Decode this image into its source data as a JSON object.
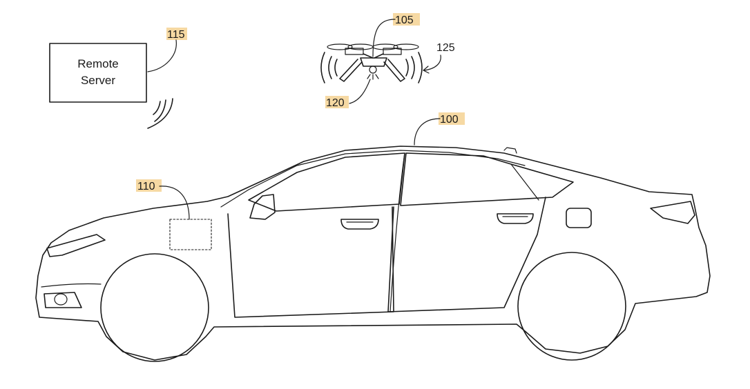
{
  "remote_server": {
    "line1": "Remote",
    "line2": "Server"
  },
  "refs": {
    "server": "115",
    "drone": "105",
    "signal": "125",
    "camera": "120",
    "vehicle": "100",
    "module": "110"
  },
  "colors": {
    "highlight": "#f6d9a3",
    "ink": "#1a1a1a",
    "background": "#ffffff"
  }
}
